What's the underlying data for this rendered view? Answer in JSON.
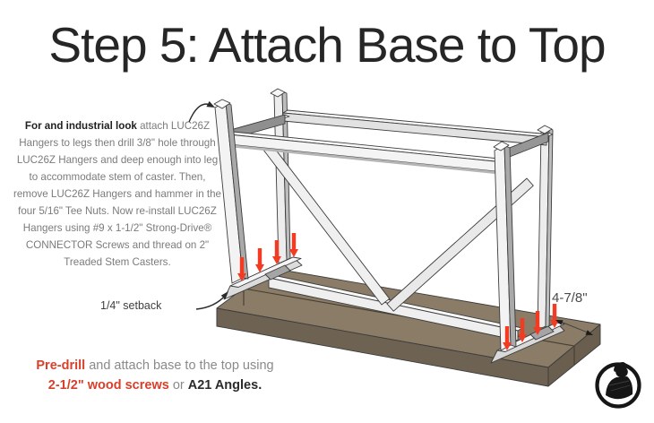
{
  "title": "Step 5: Attach Base to Top",
  "instructions": {
    "bold_lead": "For and industrial look",
    "lead_line_rest": " attach LUC26Z",
    "lines": [
      "Hangers to legs then drill 3/8\" hole through",
      "LUC26Z Hangers and deep enough into leg",
      "to accommodate stem of caster. Then,",
      "remove LUC26Z Hangers and hammer in the",
      "four 5/16\" Tee Nuts. Now re-install LUC26Z",
      "Hangers using #9 x 1-1/2\" Strong-Drive®",
      "CONNECTOR Screws and thread on 2\"",
      "Treaded Stem Casters."
    ]
  },
  "annotations": {
    "setback_label": "1/4\" setback",
    "caster_clearance_dimension": "4-7/8\""
  },
  "footer": {
    "lead": "Pre-drill",
    "text_after_lead": " and attach base to the top using",
    "screws": "2-1/2\" wood screws",
    "conjunction": " or ",
    "angles": "A21 Angles",
    "terminator": "."
  },
  "drawing": {
    "description": "Isometric illustration of a white trestle table base sitting on an upside-down two-board wood top, with red arrows marking screw locations at both feet",
    "red_arrow_count": 8
  },
  "logo": {
    "icon": "woodworker-logo"
  },
  "colors": {
    "accent_red": "#D8402C",
    "arrow_red": "#F23B22",
    "body_text_gray": "#7B7B7B",
    "wood_top": "#8A7C66",
    "wood_front": "#6E6253",
    "frame_light": "#F3F3F3",
    "frame_shadow": "#A9A9A9",
    "logo_black": "#161616"
  }
}
